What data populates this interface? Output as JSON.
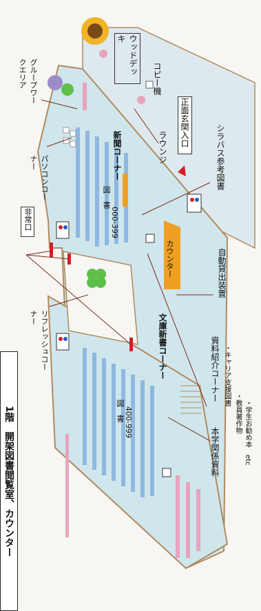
{
  "page_title": "1階　開架図書閲覧室、カウンター",
  "areas": {
    "books_1": {
      "label": "図　書",
      "range": "000-399"
    },
    "books_2": {
      "label": "図　書",
      "range": "400-999"
    },
    "newspaper": "新聞コーナー",
    "new_books": "文庫新書コーナー",
    "counter": "カウンター",
    "lounge": "ラウンジ",
    "copier": "コピー機",
    "wood_deck": "ウッドデッキ",
    "main_entrance": "正面玄関入口",
    "emergency_exit": "非常口"
  },
  "callouts": {
    "group_work": "グループワークエリア",
    "pc_corner": "パソコンコーナー",
    "refresh_corner": "リフレッシュコーナー",
    "syllabus": "シラバス参考図書",
    "self_checkout": "自動貸出装置",
    "materials_intro": {
      "title": "資料紹介コーナー",
      "items": [
        "・キャリア支援図書",
        "・教員著作物",
        "・学生お勧め本　etc"
      ]
    },
    "university_materials": "本学関係資料"
  },
  "colors": {
    "floor": "#cfe6ec",
    "shelf": "#8fb8e0",
    "shelf_pink": "#e9a3bd",
    "wall": "#b08a5e",
    "counter": "#f0a020",
    "emergency": "#d0202a",
    "green": "#5fbf4a"
  }
}
